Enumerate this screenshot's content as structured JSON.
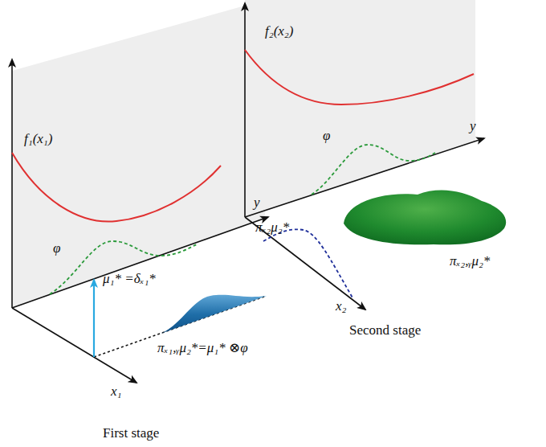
{
  "diagram": {
    "labels": [
      "f₁(x₁)",
      "y",
      "φ",
      "μ₁* =δₓ₁*",
      "πₓ₁,ᵧμ₂*=μ₁* ⊗φ",
      "x₁",
      "First stage",
      "f₂(x₂)",
      "φ",
      "y",
      "πₓ₂μ₂*",
      "πₓ₂,ᵧμ₂*",
      "x₂",
      "Second stage"
    ]
  }
}
